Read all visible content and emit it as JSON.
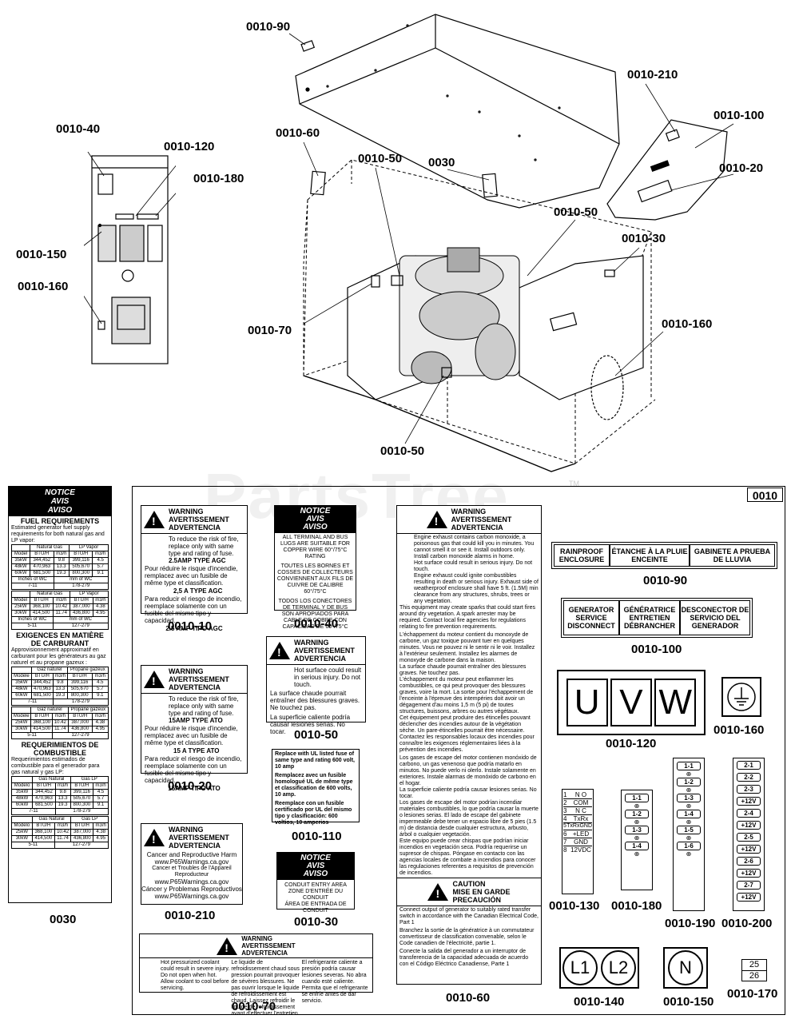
{
  "watermark": "PartsTree",
  "watermark_tm": "TM",
  "diagram_box_code": "0010",
  "callouts": {
    "c0010_90": "0010-90",
    "c0010_210": "0010-210",
    "c0010_100": "0010-100",
    "c0010_20": "0010-20",
    "c0010_40": "0010-40",
    "c0010_120": "0010-120",
    "c0010_180": "0010-180",
    "c0010_60": "0010-60",
    "c0010_50a": "0010-50",
    "c0030": "0030",
    "c0010_50b": "0010-50",
    "c0010_30": "0010-30",
    "c0010_150": "0010-150",
    "c0010_160a": "0010-160",
    "c0010_70": "0010-70",
    "c0010_160b": "0010-160",
    "c0010_50c": "0010-50"
  },
  "decals": {
    "fuel": {
      "header": [
        "NOTICE",
        "AVIS",
        "AVISO"
      ],
      "title_en": "FUEL REQUIREMENTS",
      "sub_en": "Estimated generator fuel supply requirements for both natural gas and LP vapor:",
      "title_fr": "EXIGENCES EN MATIÈRE DE CARBURANT",
      "sub_fr": "Approvisionnement approximatif en carburant pour les générateurs au gaz naturel et au propane gazeux :",
      "title_es": "REQUERIMIENTOS DE COMBUSTIBLE",
      "sub_es": "Requerimientos estimados de combustible para el generador para gas natural y gas LP:",
      "col_en": [
        "Model",
        "BTU/H",
        "m3/h",
        "BTU/H",
        "m3/h"
      ],
      "col_fr": [
        "Modèle",
        "BTU/H",
        "m3/h",
        "BTU/H",
        "m3/h"
      ],
      "col_es": [
        "Modelo",
        "BTU/H",
        "m3/h",
        "BTU/H",
        "m3/h"
      ],
      "gas_en": [
        "Natural Gas",
        "LP Vapor"
      ],
      "gas_fr": [
        "Gaz naturel",
        "Propane gazeux"
      ],
      "gas_es": [
        "Gas Natural",
        "Gas LP"
      ],
      "rows_a": [
        [
          "35kW",
          "344,452",
          "9.8",
          "399,116",
          "4.5"
        ],
        [
          "48kW",
          "470,963",
          "13.3",
          "505,670",
          "5.7"
        ],
        [
          "60kW",
          "681,500",
          "19.3",
          "800,300",
          "9.1"
        ]
      ],
      "rows_b": [
        [
          "25kW",
          "368,100",
          "10.42",
          "387,000",
          "4.38"
        ],
        [
          "30kW",
          "414,500",
          "11.74",
          "436,800",
          "4.95"
        ]
      ],
      "pressure_a": [
        "Inches of WC",
        "mm of WC",
        "7-11",
        "178-279"
      ],
      "pressure_b": [
        "Inches of WC",
        "mm of WC",
        "5-11",
        "127-279"
      ],
      "code": "0030"
    },
    "d10": {
      "w": [
        "WARNING",
        "AVERTISSEMENT",
        "ADVERTENCIA"
      ],
      "en": "To reduce the risk of fire, replace only with same type and rating of fuse.",
      "en_b": "2.5AMP TYPE AGC",
      "fr": "Pour réduire le risque d'incendie, remplacez avec un fusible de même type et classification.",
      "fr_b": "2,5 A TYPE AGC",
      "es": "Para reducir el riesgo de incendio, reemplace solamente con un fusible del mismo tipo y capacidad.",
      "es_b": "2.5 AMP TIPO AGC",
      "code": "0010-10"
    },
    "d20": {
      "w": [
        "WARNING",
        "AVERTISSEMENT",
        "ADVERTENCIA"
      ],
      "en": "To reduce the risk of fire, replace only with same type and rating of fuse.",
      "en_b": "15AMP TYPE ATO",
      "fr": "Pour réduire le risque d'incendie, remplacez avec un fusible de même type et classification.",
      "fr_b": "15 A TYPE ATO",
      "es": "Para reducir el riesgo de incendio, reemplace solamente con un fusible del mismo tipo y capacidad.",
      "es_b": "15AMP TIPO ATO",
      "code": "0010-20"
    },
    "d210": {
      "w": [
        "WARNING",
        "AVERTISSEMENT",
        "ADVERTENCIA"
      ],
      "l1": "Cancer and Reproductive Harm",
      "l2": "www.P65Warnings.ca.gov",
      "l3": "Cancer et Troubles de l'Appareil Reproducteur",
      "l4": "www.P65Warnings.ca.gov",
      "l5": "Cáncer y Problemas Reproductivos",
      "l6": "www.P65Warnings.ca.gov",
      "code": "0010-210"
    },
    "d40": {
      "header": [
        "NOTICE",
        "AVIS",
        "AVISO"
      ],
      "en": "ALL TERMINAL AND BUS LUGS ARE SUITABLE FOR COPPER WIRE 60°/75°C RATING",
      "fr": "TOUTES LES BORNES ET COSSES DE COLLECTEURS CONVIENNENT AUX FILS DE CUIVRE DE CALIBRE 60°/75°C",
      "es": "TODOS LOS CONECTORES DE TERMINAL Y DE BUS SON APROPIADOS PARA CABLE DE COBRE CON CAPACIDAD DE 60°/75°C",
      "code": "0010-40"
    },
    "d50": {
      "w": [
        "WARNING",
        "AVERTISSEMENT",
        "ADVERTENCIA"
      ],
      "en": "Hot surface could result in serious injury. Do not touch.",
      "fr": "La surface chaude pourrait entraîner des blessures graves. Ne touchez pas.",
      "es": "La superficie caliente podría causar lesiones serias. No tocar.",
      "code": "0010-50"
    },
    "d110": {
      "en": "Replace with UL listed fuse of same type and rating 600 volt, 10 amp",
      "fr": "Remplacez avec un fusible homologué UL de même type et classification de 600 volts, 10 amp.",
      "es": "Reemplace con un fusible certificado por UL del mismo tipo y clasificación: 600 voltios, 10 amperios",
      "code": "0010-110"
    },
    "d30": {
      "header": [
        "NOTICE",
        "AVIS",
        "AVISO"
      ],
      "en": "CONDUIT ENTRY AREA",
      "fr": "ZONE D'ENTRÉE DU CONDUIT",
      "es": "ÁREA DE ENTRADA DE CONDUIT",
      "code": "0010-30"
    },
    "d70": {
      "w": [
        "WARNING",
        "AVERTISSEMENT",
        "ADVERTENCIA"
      ],
      "en": "Hot pressurized coolant could result in severe injury. Do not open when hot. Allow coolant to cool before servicing.",
      "fr": "Le liquide de refroidissement chaud sous pression pourrait provoquer de sévères blessures. Ne pas ouvrir lorsque le liquide de refroidissement est chaud. Laissez refroidir le liquide de refroidissement avant d'effectuer l'entretien.",
      "es": "El refrigerante caliente a presión podría causar lesiones severas. No abra cuando esté caliente. Permita que el refrigerante se enfríe antes de dar servicio.",
      "code": "0010-70"
    },
    "d60": {
      "w": [
        "WARNING",
        "AVERTISSEMENT",
        "ADVERTENCIA"
      ],
      "p1": "Engine exhaust contains carbon monoxide, a poisonous gas that could kill you in minutes. You cannot smell it or see it. Install outdoors only. Install carbon monoxide alarms in home.",
      "p2": "Hot surface could result in serious injury. Do not touch.",
      "p3": "Engine exhaust could ignite combustibles resulting in death or serious injury. Exhaust side of weatherproof enclosure shall have 5 ft. (1.5M) min clearance from any structures, shrubs, trees or any vegetation.",
      "p4": "This equipment may create sparks that could start fires around dry vegetation. A spark arrester may be required. Contact local fire agencies for regulations relating to fire prevention requirements.",
      "p5": "L'échappement du moteur contient du monoxyde de carbone, un gaz toxique pouvant tuer en quelques minutes. Vous ne pouvez ni le sentir ni le voir. Installez à l'extérieur seulement. Installez les alarmes de monoxyde de carbone dans la maison.",
      "p6": "La surface chaude pourrait entraîner des blessures graves. Ne touchez pas.",
      "p7": "L'échappement du moteur peut enflammer les combustibles, ce qui peut provoquer des blessures graves, voire la mort. La sortie pour l'échappement de l'enceinte à l'épreuve des intempéries doit avoir un dégagement d'au moins 1,5 m (5 pi) de toutes structures, buissons, arbres ou autres végétaux.",
      "p8": "Cet équipement peut produire des étincelles pouvant déclencher des incendies autour de la végétation sèche. Un pare-étincelles pourrait être nécessaire. Contactez les responsables locaux des incendies pour connaître les exigences réglementaires liées à la prévention des incendies.",
      "p9": "Los gases de escape del motor contienen monóxido de carbono, un gas venenoso que podría matarlo en minutos. No puede verlo ni olerlo. Instale solamente en exteriores. Instale alarmas de monóxido de carbono en el hogar.",
      "p10": "La superficie caliente podría causar lesiones serias. No tocar.",
      "p11": "Los gases de escape del motor podrían incendiar materiales combustibles, lo que podría causar la muerte o lesiones serias. El lado de escape del gabinete impermeable debe tener un espacio libre de 5 pies (1.5 m) de distancia desde cualquier estructura, arbusto, árbol o cualquier vegetación.",
      "p12": "Este equipo puede crear chispas que podrían iniciar incendios en vegetación seca. Podría requerirse un supresor de chispas. Póngase en contacto con las agencias locales de combate a incendios para conocer las regulaciones referentes a requisitos de prevención de incendios.",
      "c_head": [
        "CAUTION",
        "MISE EN GARDE",
        "PRECAUCIÓN"
      ],
      "c1": "Connect output of generator to suitably rated transfer switch in accordance with the Canadian Electrical Code, Part 1",
      "c2": "Branchez la sortie de la génératrice à un commutateur convertisseur de classification convenable, selon le Code canadien de l'électricité, partie 1.",
      "c3": "Conecte la salida del generador a un interruptor de transferencia de la capacidad adecuada de acuerdo con el Código Eléctrico Canadiense, Parte 1",
      "code": "0010-60"
    },
    "d90": {
      "cells": [
        "RAINPROOF ENCLOSURE",
        "ÉTANCHE À LA PLUIE ENCEINTE",
        "GABINETE A PRUEBA DE LLUVIA"
      ],
      "code": "0010-90"
    },
    "d100": {
      "cells": [
        "GENERATOR SERVICE DISCONNECT",
        "GÉNÉRATRICE ENTRETIEN DÉBRANCHER",
        "DESCONECTOR DE SERVICIO DEL GENERADOR"
      ],
      "code": "0010-100"
    },
    "d120": {
      "letters": [
        "U",
        "V",
        "W"
      ],
      "code": "0010-120"
    },
    "d160": {
      "code": "0010-160"
    },
    "d130": {
      "rows": [
        [
          "1",
          "N O"
        ],
        [
          "2",
          "COM"
        ],
        [
          "3",
          "N C"
        ],
        [
          "4",
          "TxRx"
        ],
        [
          "5",
          "TxRxGND"
        ],
        [
          "6",
          "+LED"
        ],
        [
          "7",
          "GND"
        ],
        [
          "8",
          "12VDC"
        ]
      ],
      "code": "0010-130"
    },
    "d180": {
      "labels": [
        "1-1",
        "1-2",
        "1-3",
        "1-4"
      ],
      "code": "0010-180"
    },
    "d190": {
      "labels": [
        "1-1",
        "1-2",
        "1-3",
        "1-4",
        "1-5",
        "1-6"
      ],
      "code": "0010-190"
    },
    "d200": {
      "labels": [
        "2-1",
        "2-2",
        "2-3",
        "+12V",
        "2-4",
        "+12V",
        "2-5",
        "+12V",
        "2-6",
        "+12V",
        "2-7",
        "+12V"
      ],
      "code": "0010-200"
    },
    "d140": {
      "letters": [
        "L1",
        "L2"
      ],
      "code": "0010-140"
    },
    "d150": {
      "letter": "N",
      "code": "0010-150"
    },
    "d170": {
      "top": "25",
      "bottom": "26",
      "code": "0010-170"
    }
  }
}
